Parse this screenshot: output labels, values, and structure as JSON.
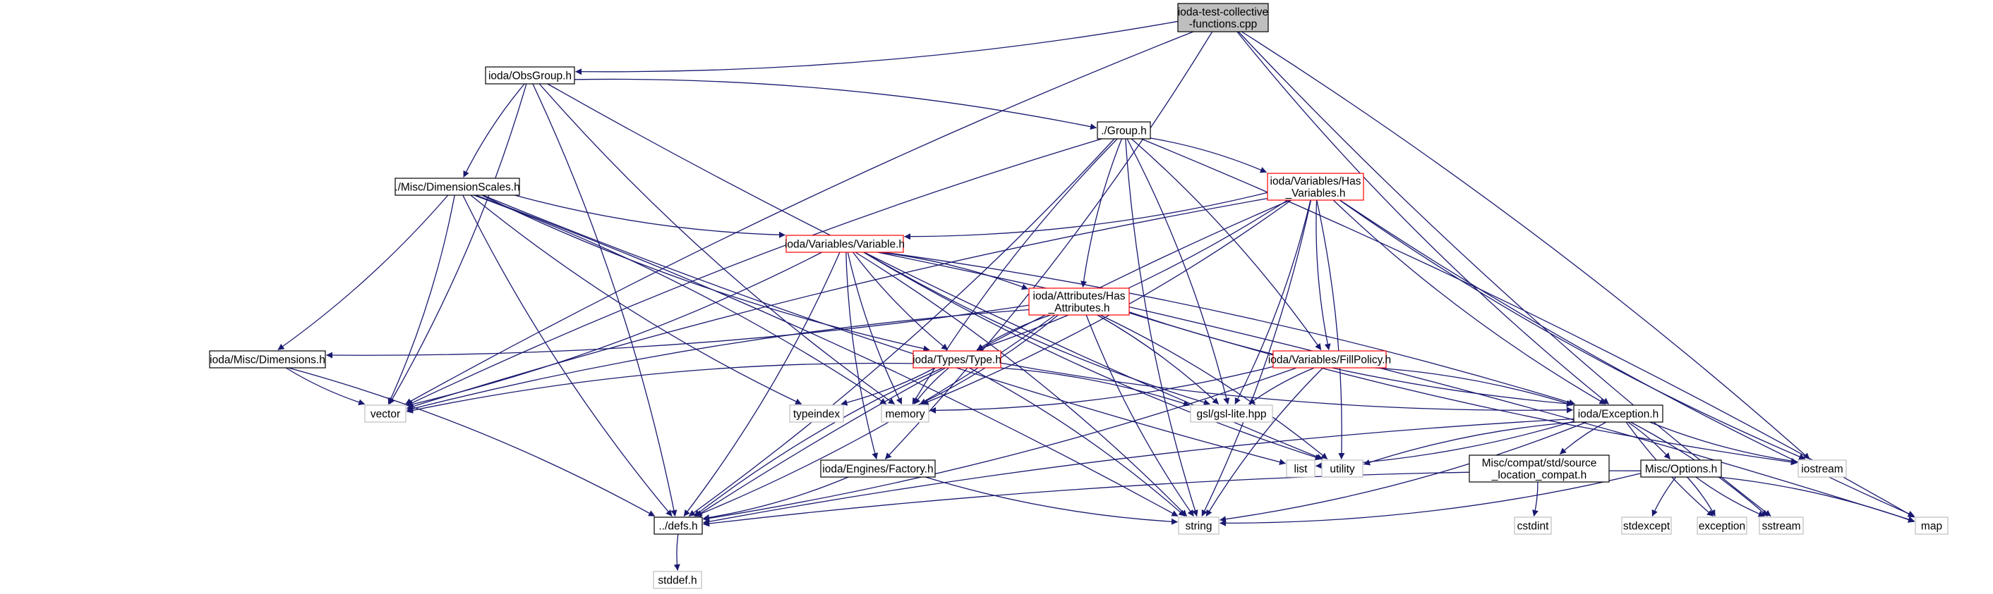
{
  "diagram": {
    "colors": {
      "root_fill": "#bfbfbf",
      "normal_border": "#000000",
      "incomplete_border": "#ff0000",
      "system_border": "#bfbfbf",
      "edge": "#191970",
      "background": "#ffffff"
    },
    "nodes": [
      {
        "id": "root",
        "lines": [
          "ioda-test-collective",
          "-functions.cpp"
        ],
        "kind": "root"
      },
      {
        "id": "obsgroup",
        "lines": [
          "ioda/ObsGroup.h"
        ],
        "kind": "normal"
      },
      {
        "id": "group",
        "lines": [
          "./Group.h"
        ],
        "kind": "normal"
      },
      {
        "id": "dimscales",
        "lines": [
          "./Misc/DimensionScales.h"
        ],
        "kind": "normal"
      },
      {
        "id": "hasvars",
        "lines": [
          "ioda/Variables/Has",
          "_Variables.h"
        ],
        "kind": "incomplete"
      },
      {
        "id": "variable",
        "lines": [
          "ioda/Variables/Variable.h"
        ],
        "kind": "incomplete"
      },
      {
        "id": "hasattrs",
        "lines": [
          "ioda/Attributes/Has",
          "_Attributes.h"
        ],
        "kind": "incomplete"
      },
      {
        "id": "dimensions",
        "lines": [
          "ioda/Misc/Dimensions.h"
        ],
        "kind": "normal"
      },
      {
        "id": "type",
        "lines": [
          "ioda/Types/Type.h"
        ],
        "kind": "incomplete"
      },
      {
        "id": "fillpolicy",
        "lines": [
          "ioda/Variables/FillPolicy.h"
        ],
        "kind": "incomplete"
      },
      {
        "id": "vector",
        "lines": [
          "vector"
        ],
        "kind": "system"
      },
      {
        "id": "typeindex",
        "lines": [
          "typeindex"
        ],
        "kind": "system"
      },
      {
        "id": "memory",
        "lines": [
          "memory"
        ],
        "kind": "system"
      },
      {
        "id": "gsl",
        "lines": [
          "gsl/gsl-lite.hpp"
        ],
        "kind": "system"
      },
      {
        "id": "exception_h",
        "lines": [
          "ioda/Exception.h"
        ],
        "kind": "normal"
      },
      {
        "id": "factory",
        "lines": [
          "ioda/Engines/Factory.h"
        ],
        "kind": "normal"
      },
      {
        "id": "list",
        "lines": [
          "list"
        ],
        "kind": "system"
      },
      {
        "id": "utility",
        "lines": [
          "utility"
        ],
        "kind": "system"
      },
      {
        "id": "slc",
        "lines": [
          "Misc/compat/std/source",
          "_location_compat.h"
        ],
        "kind": "normal"
      },
      {
        "id": "options",
        "lines": [
          "Misc/Options.h"
        ],
        "kind": "normal"
      },
      {
        "id": "iostream",
        "lines": [
          "iostream"
        ],
        "kind": "system"
      },
      {
        "id": "defs",
        "lines": [
          "../defs.h"
        ],
        "kind": "normal"
      },
      {
        "id": "string",
        "lines": [
          "string"
        ],
        "kind": "system"
      },
      {
        "id": "cstdint",
        "lines": [
          "cstdint"
        ],
        "kind": "system"
      },
      {
        "id": "stdexcept",
        "lines": [
          "stdexcept"
        ],
        "kind": "system"
      },
      {
        "id": "exception",
        "lines": [
          "exception"
        ],
        "kind": "system"
      },
      {
        "id": "sstream",
        "lines": [
          "sstream"
        ],
        "kind": "system"
      },
      {
        "id": "map",
        "lines": [
          "map"
        ],
        "kind": "system"
      },
      {
        "id": "stddef",
        "lines": [
          "stddef.h"
        ],
        "kind": "system"
      }
    ],
    "edges": [
      [
        "root",
        "obsgroup"
      ],
      [
        "root",
        "vector"
      ],
      [
        "root",
        "factory"
      ],
      [
        "root",
        "exception_h"
      ],
      [
        "root",
        "iostream"
      ],
      [
        "root",
        "sstream"
      ],
      [
        "obsgroup",
        "group"
      ],
      [
        "obsgroup",
        "dimscales"
      ],
      [
        "obsgroup",
        "vector"
      ],
      [
        "obsgroup",
        "memory"
      ],
      [
        "obsgroup",
        "defs"
      ],
      [
        "obsgroup",
        "utility"
      ],
      [
        "group",
        "hasvars"
      ],
      [
        "group",
        "hasattrs"
      ],
      [
        "group",
        "fillpolicy"
      ],
      [
        "group",
        "memory"
      ],
      [
        "group",
        "gsl"
      ],
      [
        "group",
        "vector"
      ],
      [
        "group",
        "defs"
      ],
      [
        "group",
        "string"
      ],
      [
        "group",
        "map"
      ],
      [
        "dimscales",
        "variable"
      ],
      [
        "dimscales",
        "dimensions"
      ],
      [
        "dimscales",
        "type"
      ],
      [
        "dimscales",
        "vector"
      ],
      [
        "dimscales",
        "typeindex"
      ],
      [
        "dimscales",
        "memory"
      ],
      [
        "dimscales",
        "list"
      ],
      [
        "dimscales",
        "string"
      ],
      [
        "dimscales",
        "defs"
      ],
      [
        "hasvars",
        "variable"
      ],
      [
        "hasvars",
        "fillpolicy"
      ],
      [
        "hasvars",
        "type"
      ],
      [
        "hasvars",
        "exception_h"
      ],
      [
        "hasvars",
        "gsl"
      ],
      [
        "hasvars",
        "vector"
      ],
      [
        "hasvars",
        "memory"
      ],
      [
        "hasvars",
        "iostream"
      ],
      [
        "hasvars",
        "utility"
      ],
      [
        "hasvars",
        "map"
      ],
      [
        "hasvars",
        "string"
      ],
      [
        "hasvars",
        "defs"
      ],
      [
        "variable",
        "hasattrs"
      ],
      [
        "variable",
        "type"
      ],
      [
        "variable",
        "exception_h"
      ],
      [
        "variable",
        "gsl"
      ],
      [
        "variable",
        "vector"
      ],
      [
        "variable",
        "memory"
      ],
      [
        "variable",
        "string"
      ],
      [
        "variable",
        "utility"
      ],
      [
        "variable",
        "map"
      ],
      [
        "variable",
        "factory"
      ],
      [
        "variable",
        "defs"
      ],
      [
        "hasattrs",
        "type"
      ],
      [
        "hasattrs",
        "dimensions"
      ],
      [
        "hasattrs",
        "exception_h"
      ],
      [
        "hasattrs",
        "gsl"
      ],
      [
        "hasattrs",
        "vector"
      ],
      [
        "hasattrs",
        "memory"
      ],
      [
        "hasattrs",
        "string"
      ],
      [
        "hasattrs",
        "utility"
      ],
      [
        "hasattrs",
        "iostream"
      ],
      [
        "hasattrs",
        "defs"
      ],
      [
        "dimensions",
        "vector"
      ],
      [
        "dimensions",
        "defs"
      ],
      [
        "type",
        "vector"
      ],
      [
        "type",
        "typeindex"
      ],
      [
        "type",
        "memory"
      ],
      [
        "type",
        "gsl"
      ],
      [
        "type",
        "exception_h"
      ],
      [
        "type",
        "string"
      ],
      [
        "type",
        "defs"
      ],
      [
        "fillpolicy",
        "exception_h"
      ],
      [
        "fillpolicy",
        "gsl"
      ],
      [
        "fillpolicy",
        "memory"
      ],
      [
        "fillpolicy",
        "string"
      ],
      [
        "fillpolicy",
        "defs"
      ],
      [
        "exception_h",
        "slc"
      ],
      [
        "exception_h",
        "options"
      ],
      [
        "exception_h",
        "defs"
      ],
      [
        "exception_h",
        "list"
      ],
      [
        "exception_h",
        "utility"
      ],
      [
        "exception_h",
        "string"
      ],
      [
        "exception_h",
        "iostream"
      ],
      [
        "exception_h",
        "sstream"
      ],
      [
        "exception_h",
        "exception"
      ],
      [
        "factory",
        "defs"
      ],
      [
        "factory",
        "string"
      ],
      [
        "slc",
        "cstdint"
      ],
      [
        "options",
        "defs"
      ],
      [
        "options",
        "string"
      ],
      [
        "options",
        "stdexcept"
      ],
      [
        "options",
        "exception"
      ],
      [
        "options",
        "sstream"
      ],
      [
        "options",
        "map"
      ],
      [
        "defs",
        "stddef"
      ]
    ]
  }
}
